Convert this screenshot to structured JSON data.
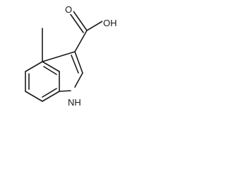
{
  "molecule": {
    "atoms": {
      "carbonyl_oxygen": "O",
      "hydroxyl": "OH",
      "ring_nh": "NH"
    }
  }
}
